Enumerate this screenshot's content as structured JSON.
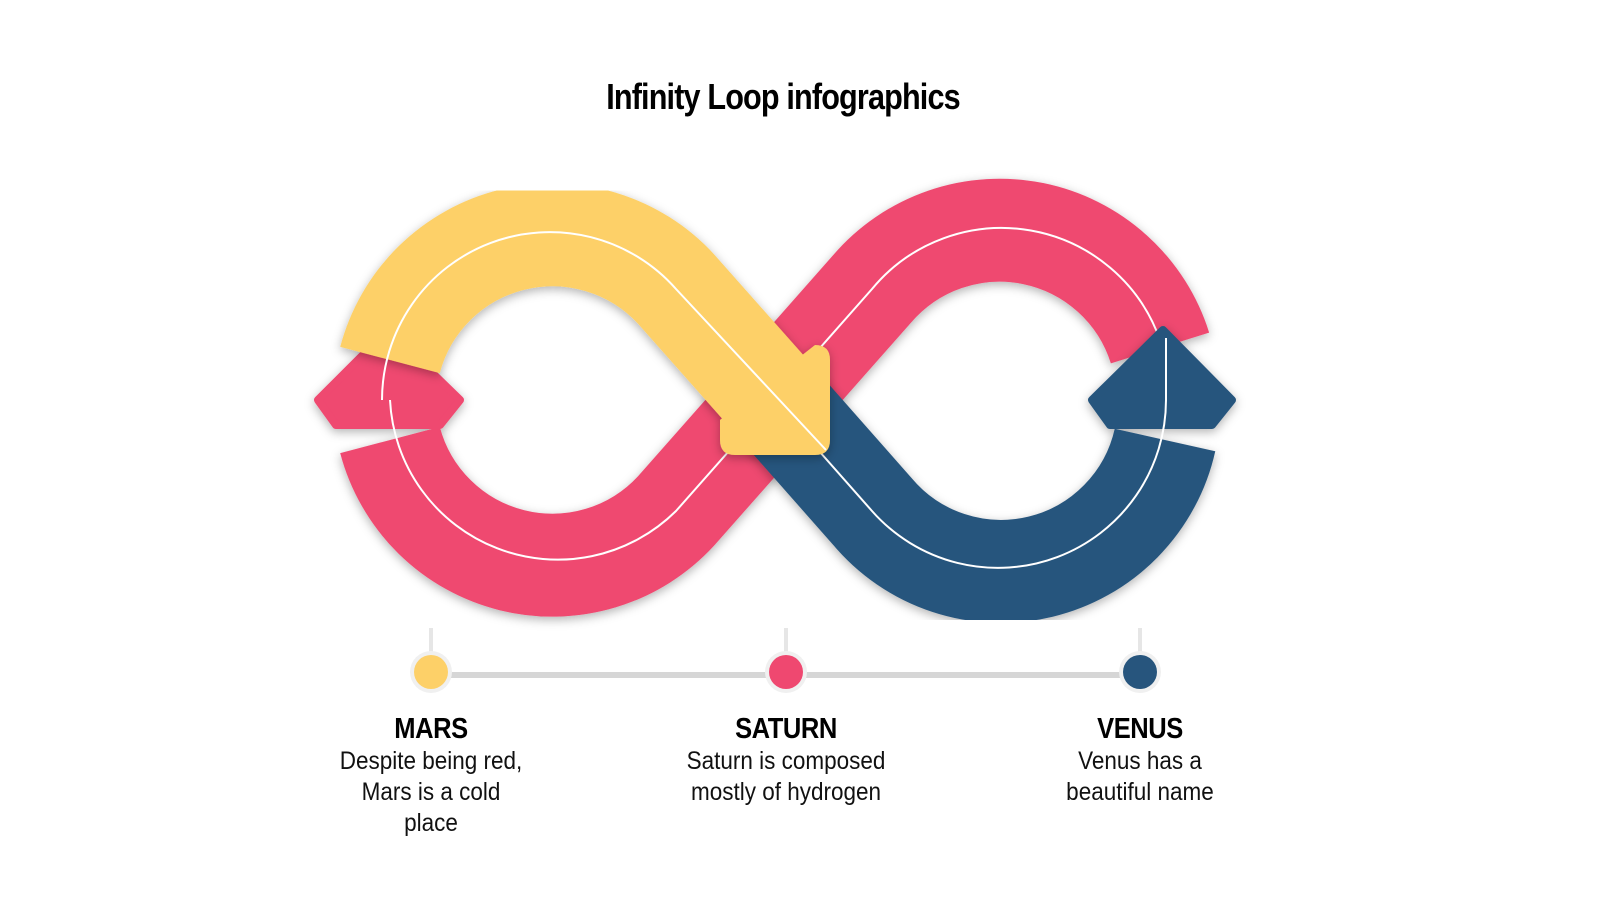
{
  "title": "Infinity Loop infographics",
  "colors": {
    "yellow": "#FDD068",
    "pink": "#EF4870",
    "blue": "#27557D"
  },
  "items": [
    {
      "name": "MARS",
      "description_lines": [
        "Despite being red,",
        "Mars is a cold",
        "place"
      ],
      "color": "#FDD068"
    },
    {
      "name": "SATURN",
      "description_lines": [
        "Saturn is composed",
        "mostly of hydrogen"
      ],
      "color": "#EF4870"
    },
    {
      "name": "VENUS",
      "description_lines": [
        "Venus has a",
        "beautiful name"
      ],
      "color": "#27557D"
    }
  ]
}
